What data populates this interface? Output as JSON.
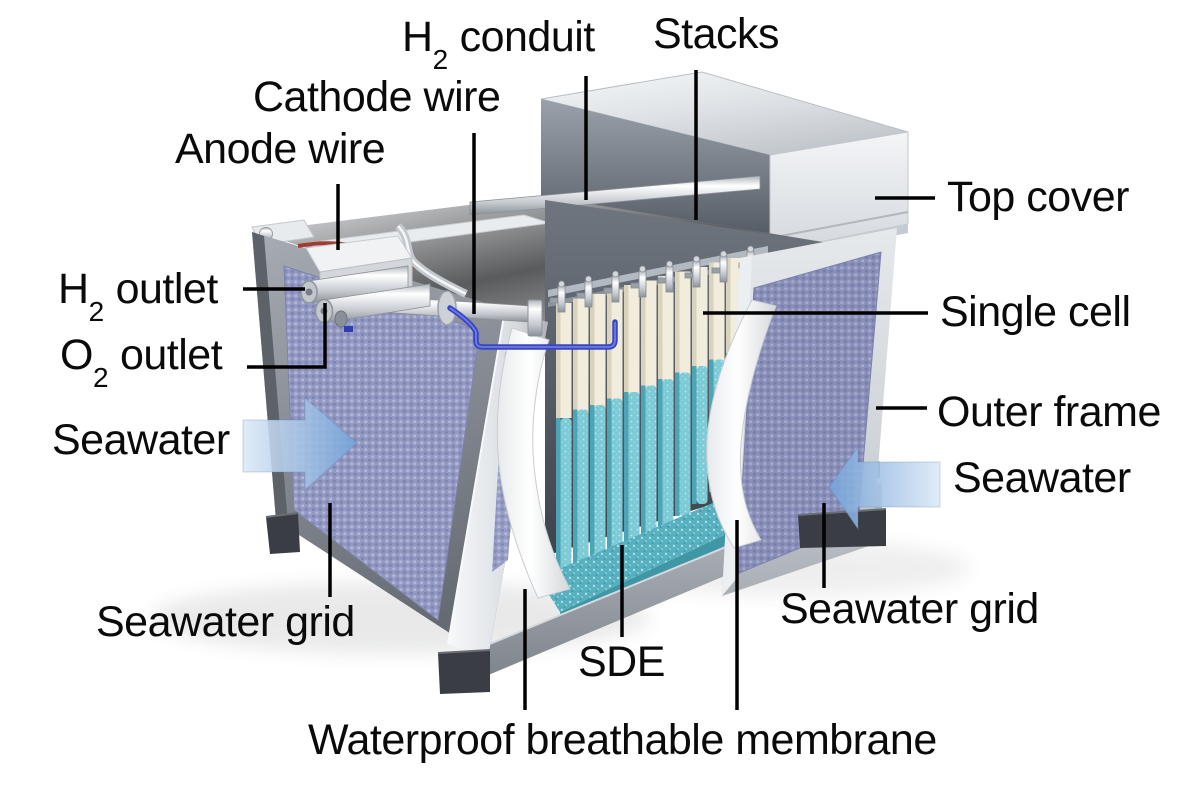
{
  "figure": {
    "description": "3D cutaway illustration of a stacked electrolysis cell device with seawater flowing in from both sides",
    "background": "#ffffff"
  },
  "labels": [
    {
      "id": "h2-conduit",
      "pre": "H",
      "sub": "2",
      "post": " conduit"
    },
    {
      "id": "stacks",
      "pre": "Stacks",
      "sub": "",
      "post": ""
    },
    {
      "id": "cathode-wire",
      "pre": "Cathode wire",
      "sub": "",
      "post": ""
    },
    {
      "id": "anode-wire",
      "pre": "Anode wire",
      "sub": "",
      "post": ""
    },
    {
      "id": "h2-outlet",
      "pre": "H",
      "sub": "2",
      "post": " outlet"
    },
    {
      "id": "o2-outlet",
      "pre": "O",
      "sub": "2",
      "post": " outlet"
    },
    {
      "id": "seawater-left",
      "pre": "Seawater",
      "sub": "",
      "post": ""
    },
    {
      "id": "seawater-grid-left",
      "pre": "Seawater grid",
      "sub": "",
      "post": ""
    },
    {
      "id": "top-cover",
      "pre": "Top cover",
      "sub": "",
      "post": ""
    },
    {
      "id": "single-cell",
      "pre": "Single cell",
      "sub": "",
      "post": ""
    },
    {
      "id": "outer-frame",
      "pre": "Outer frame",
      "sub": "",
      "post": ""
    },
    {
      "id": "seawater-right",
      "pre": "Seawater",
      "sub": "",
      "post": ""
    },
    {
      "id": "seawater-grid-right",
      "pre": "Seawater grid",
      "sub": "",
      "post": ""
    },
    {
      "id": "sde",
      "pre": "SDE",
      "sub": "",
      "post": ""
    },
    {
      "id": "waterproof-membrane",
      "pre": "Waterproof breathable membrane",
      "sub": "",
      "post": ""
    }
  ],
  "arrows": [
    {
      "id": "seawater-flow-left",
      "direction": "right",
      "meaning": "seawater inflow"
    },
    {
      "id": "seawater-flow-right",
      "direction": "left",
      "meaning": "seawater inflow"
    }
  ],
  "palette": {
    "label_text": "#0a0a0a",
    "leader_line": "#000000",
    "metal_light": "#eef1f4",
    "metal_mid": "#c6cbd1",
    "metal_dark": "#6a6f77",
    "mesh_purple": "#9298c2",
    "sde_teal": "#57b0bf",
    "cell_cream": "#f1ecdc",
    "membrane_white": "#ffffff",
    "arrow_blue_light": "#d9e8f7",
    "arrow_blue_dark": "#78a6da",
    "cathode_wire_blue": "#3946c4",
    "anode_wire_red": "#a23b31"
  }
}
